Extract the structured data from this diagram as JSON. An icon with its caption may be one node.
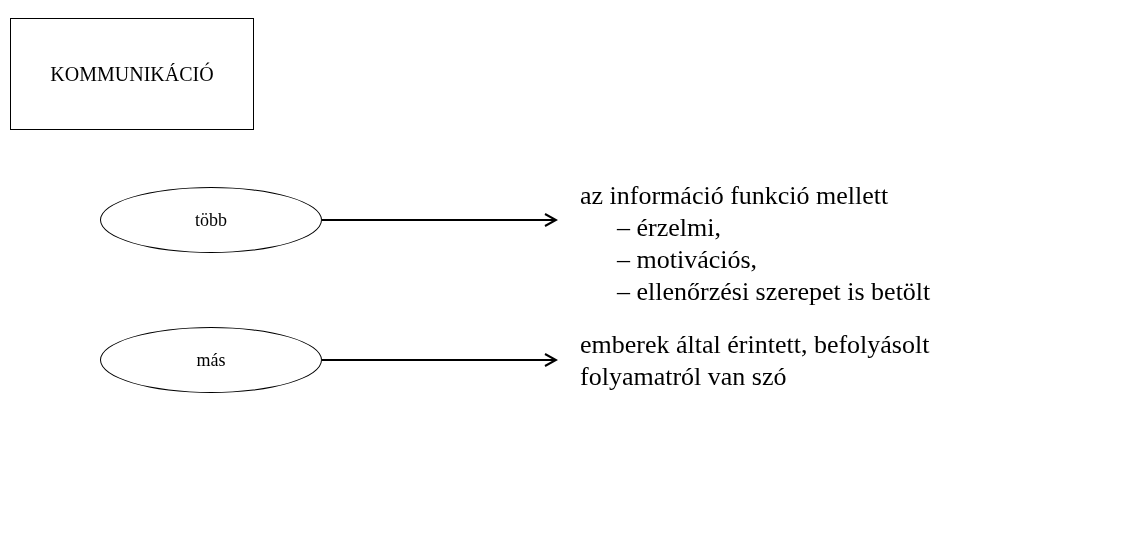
{
  "diagram": {
    "nodes": [
      {
        "text": [
          "KOMMUNIKÁCIÓ"
        ]
      },
      {
        "text": [
          "több"
        ]
      },
      {
        "text": [
          "az információ funkció mellett",
          "– érzelmi,",
          "– motivációs,",
          "– ellenőrzési szerepet is betölt"
        ]
      },
      {
        "text": [
          "más"
        ]
      },
      {
        "text": [
          "emberek által érintett, befolyásolt folyamatról van szó"
        ]
      }
    ],
    "edges": [
      {
        "from": 1,
        "to": 2,
        "arrow": "to"
      },
      {
        "from": 3,
        "to": 4,
        "arrow": "to"
      }
    ]
  }
}
